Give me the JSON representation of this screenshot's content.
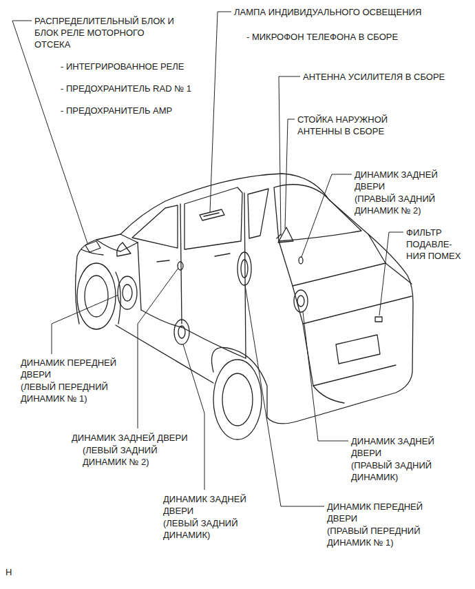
{
  "diagram": {
    "labels": [
      "РАСПРЕДЕЛИТЕЛЬНЫЙ БЛОК И БЛОК РЕЛЕ МОТОРНОГО ОТСЕКА",
      "- ИНТЕГРИРОВАННОЕ РЕЛЕ",
      "- ПРЕДОХРАНИТЕЛЬ RAD № 1",
      "- ПРЕДОХРАНИТЕЛЬ AMP",
      "ЛАМПА ИНДИВИДУАЛЬНОГО ОСВЕЩЕНИЯ",
      "- МИКРОФОН ТЕЛЕФОНА В СБОРЕ",
      "АНТЕННА УСИЛИТЕЛЯ В СБОРЕ",
      "СТОЙКА НАРУЖНОЙ АНТЕННЫ В СБОРЕ",
      "ДИНАМИК ЗАДНЕЙ ДВЕРИ",
      "(ПРАВЫЙ ЗАДНИЙ ДИНАМИК № 2)",
      "ФИЛЬТР ПОДАВЛЕ-НИЯ ПОМЕХ",
      "ДИНАМИК ПЕРЕДНЕЙ ДВЕРИ",
      "(ЛЕВЫЙ ПЕРЕДНИЙ ДИНАМИК № 1)",
      "ДИНАМИК ЗАДНЕЙ ДВЕРИ",
      "(ЛЕВЫЙ ЗАДНИЙ ДИНАМИК № 2)",
      "ДИНАМИК ЗАДНЕЙ ДВЕРИ",
      "(ЛЕВЫЙ ЗАДНИЙ ДИНАМИК)",
      "ДИНАМИК ЗАДНЕЙ ДВЕРИ",
      "(ПРАВЫЙ ЗАДНИЙ ДИНАМИК)",
      "ДИНАМИК ПЕРЕДНЕЙ ДВЕРИ",
      "(ПРАВЫЙ ПЕРЕДНИЙ ДИНАМИК № 1)",
      "H"
    ]
  }
}
